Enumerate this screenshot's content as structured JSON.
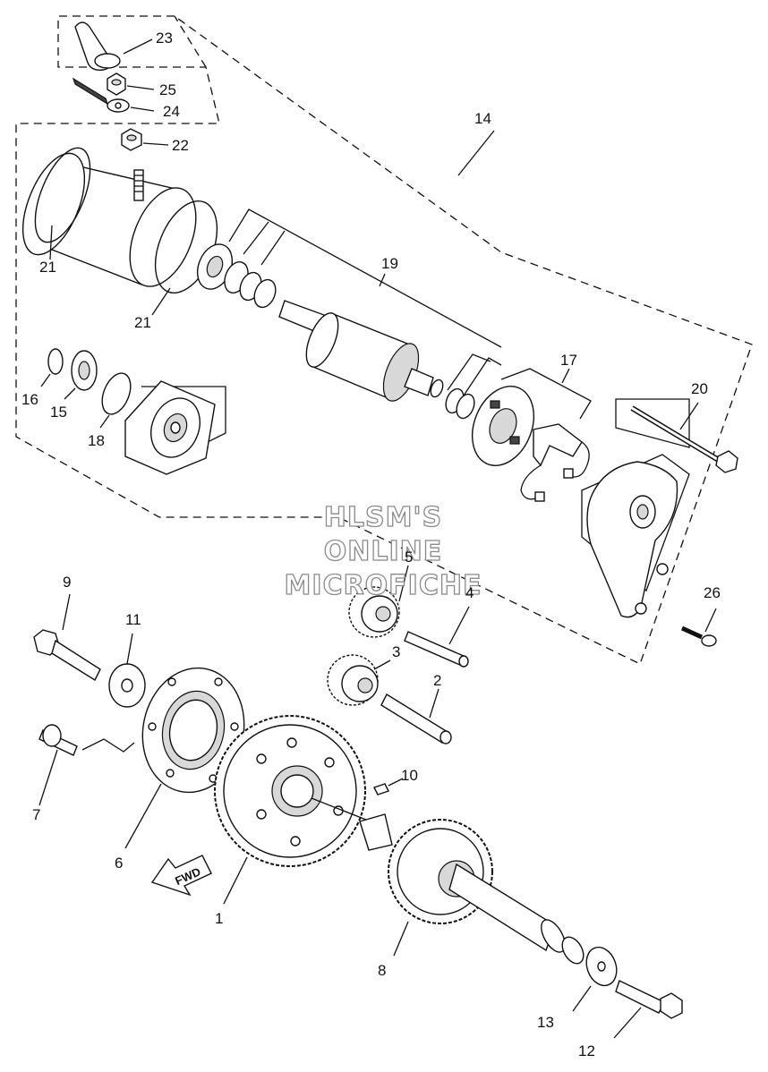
{
  "watermark": {
    "line1": "HLSM'S",
    "line2": "ONLINE",
    "line3": "MICROFICHE"
  },
  "fwd_label": "FWD",
  "callouts": {
    "c1": "1",
    "c2": "2",
    "c3": "3",
    "c4": "4",
    "c5": "5",
    "c6": "6",
    "c7": "7",
    "c8": "8",
    "c9": "9",
    "c10": "10",
    "c11": "11",
    "c12": "12",
    "c13": "13",
    "c14": "14",
    "c15": "15",
    "c16": "16",
    "c17": "17",
    "c18": "18",
    "c19": "19",
    "c20": "20",
    "c21a": "21",
    "c21b": "21",
    "c22": "22",
    "c23": "23",
    "c24": "24",
    "c25": "25",
    "c26": "26"
  }
}
